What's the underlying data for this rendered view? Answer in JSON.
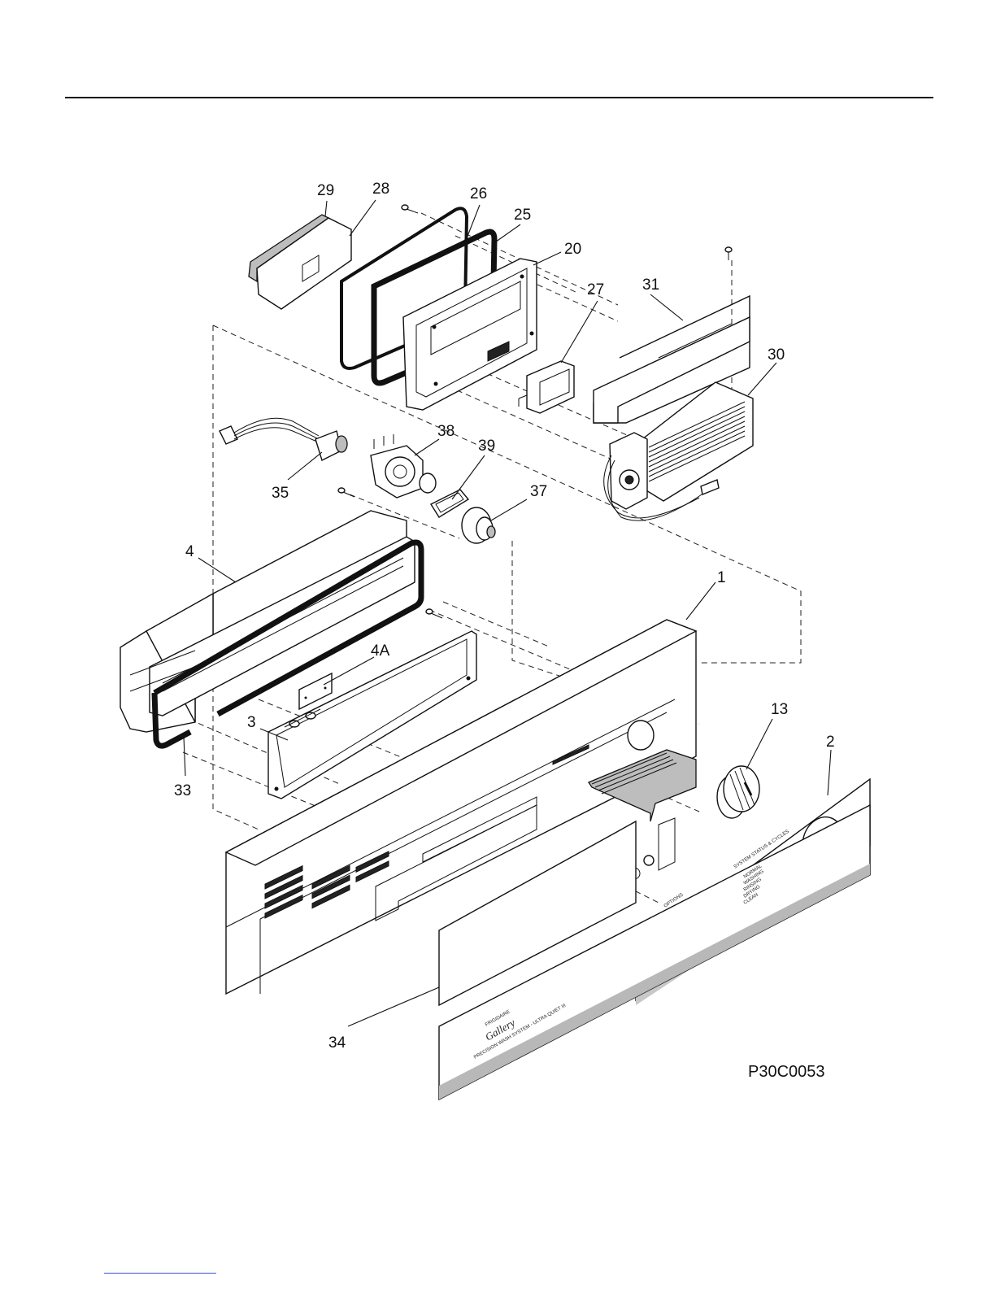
{
  "diagram": {
    "figure_code": "P30C0053",
    "callouts": [
      {
        "id": "29",
        "label": "29"
      },
      {
        "id": "28",
        "label": "28"
      },
      {
        "id": "26",
        "label": "26"
      },
      {
        "id": "25",
        "label": "25"
      },
      {
        "id": "20",
        "label": "20"
      },
      {
        "id": "27",
        "label": "27"
      },
      {
        "id": "31",
        "label": "31"
      },
      {
        "id": "30",
        "label": "30"
      },
      {
        "id": "38",
        "label": "38"
      },
      {
        "id": "39",
        "label": "39"
      },
      {
        "id": "37",
        "label": "37"
      },
      {
        "id": "35",
        "label": "35"
      },
      {
        "id": "4",
        "label": "4"
      },
      {
        "id": "1",
        "label": "1"
      },
      {
        "id": "4A",
        "label": "4A"
      },
      {
        "id": "13",
        "label": "13"
      },
      {
        "id": "2",
        "label": "2"
      },
      {
        "id": "3",
        "label": "3"
      },
      {
        "id": "33",
        "label": "33"
      },
      {
        "id": "34",
        "label": "34"
      }
    ],
    "panel_text": {
      "brand_top": "FRIGIDAIRE",
      "brand_name": "Gallery",
      "tagline": "PRECISION WASH SYSTEM - ULTRA QUIET III",
      "options_title": "OPTIONS",
      "status_title": "SYSTEM STATUS & CYCLES",
      "status_items": [
        "NORMAL",
        "WASHING",
        "RINSING",
        "DRYING",
        "CLEAN"
      ]
    }
  }
}
